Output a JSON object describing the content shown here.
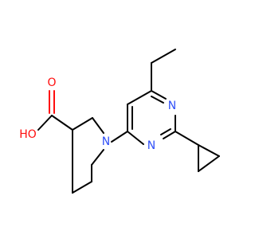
{
  "atoms": {
    "oxygen_carbonyl": {
      "symbol": "O",
      "color": "#ff0d0d"
    },
    "hydroxyl": {
      "symbol": "HO",
      "color": "#ff0d0d"
    },
    "piperidine_n": {
      "symbol": "N",
      "color": "#3050f8"
    },
    "pyrimidine_n_top": {
      "symbol": "N",
      "color": "#3050f8"
    },
    "pyrimidine_n_bottom": {
      "symbol": "N",
      "color": "#3050f8"
    }
  }
}
